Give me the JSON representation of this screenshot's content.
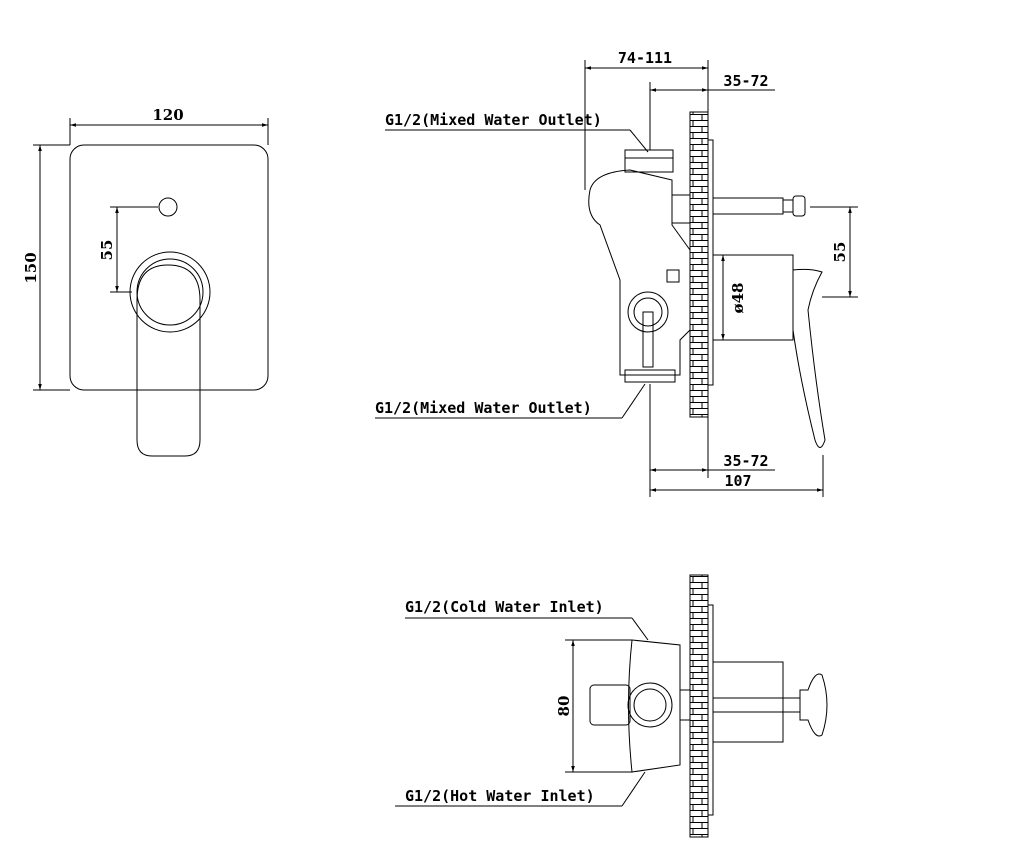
{
  "front_view": {
    "width_dim": "120",
    "height_dim": "150",
    "offset_dim": "55"
  },
  "side_view": {
    "depth_range_top": "74-111",
    "wall_range_top": "35-72",
    "outlet_top": "G1/2(Mixed Water Outlet)",
    "outlet_bottom": "G1/2(Mixed Water Outlet)",
    "diameter": "ø48",
    "offset_dim": "55",
    "wall_range_bottom": "35-72",
    "total_depth": "107"
  },
  "bottom_view": {
    "cold_inlet": "G1/2(Cold Water Inlet)",
    "hot_inlet": "G1/2(Hot Water Inlet)",
    "height_dim": "80"
  }
}
